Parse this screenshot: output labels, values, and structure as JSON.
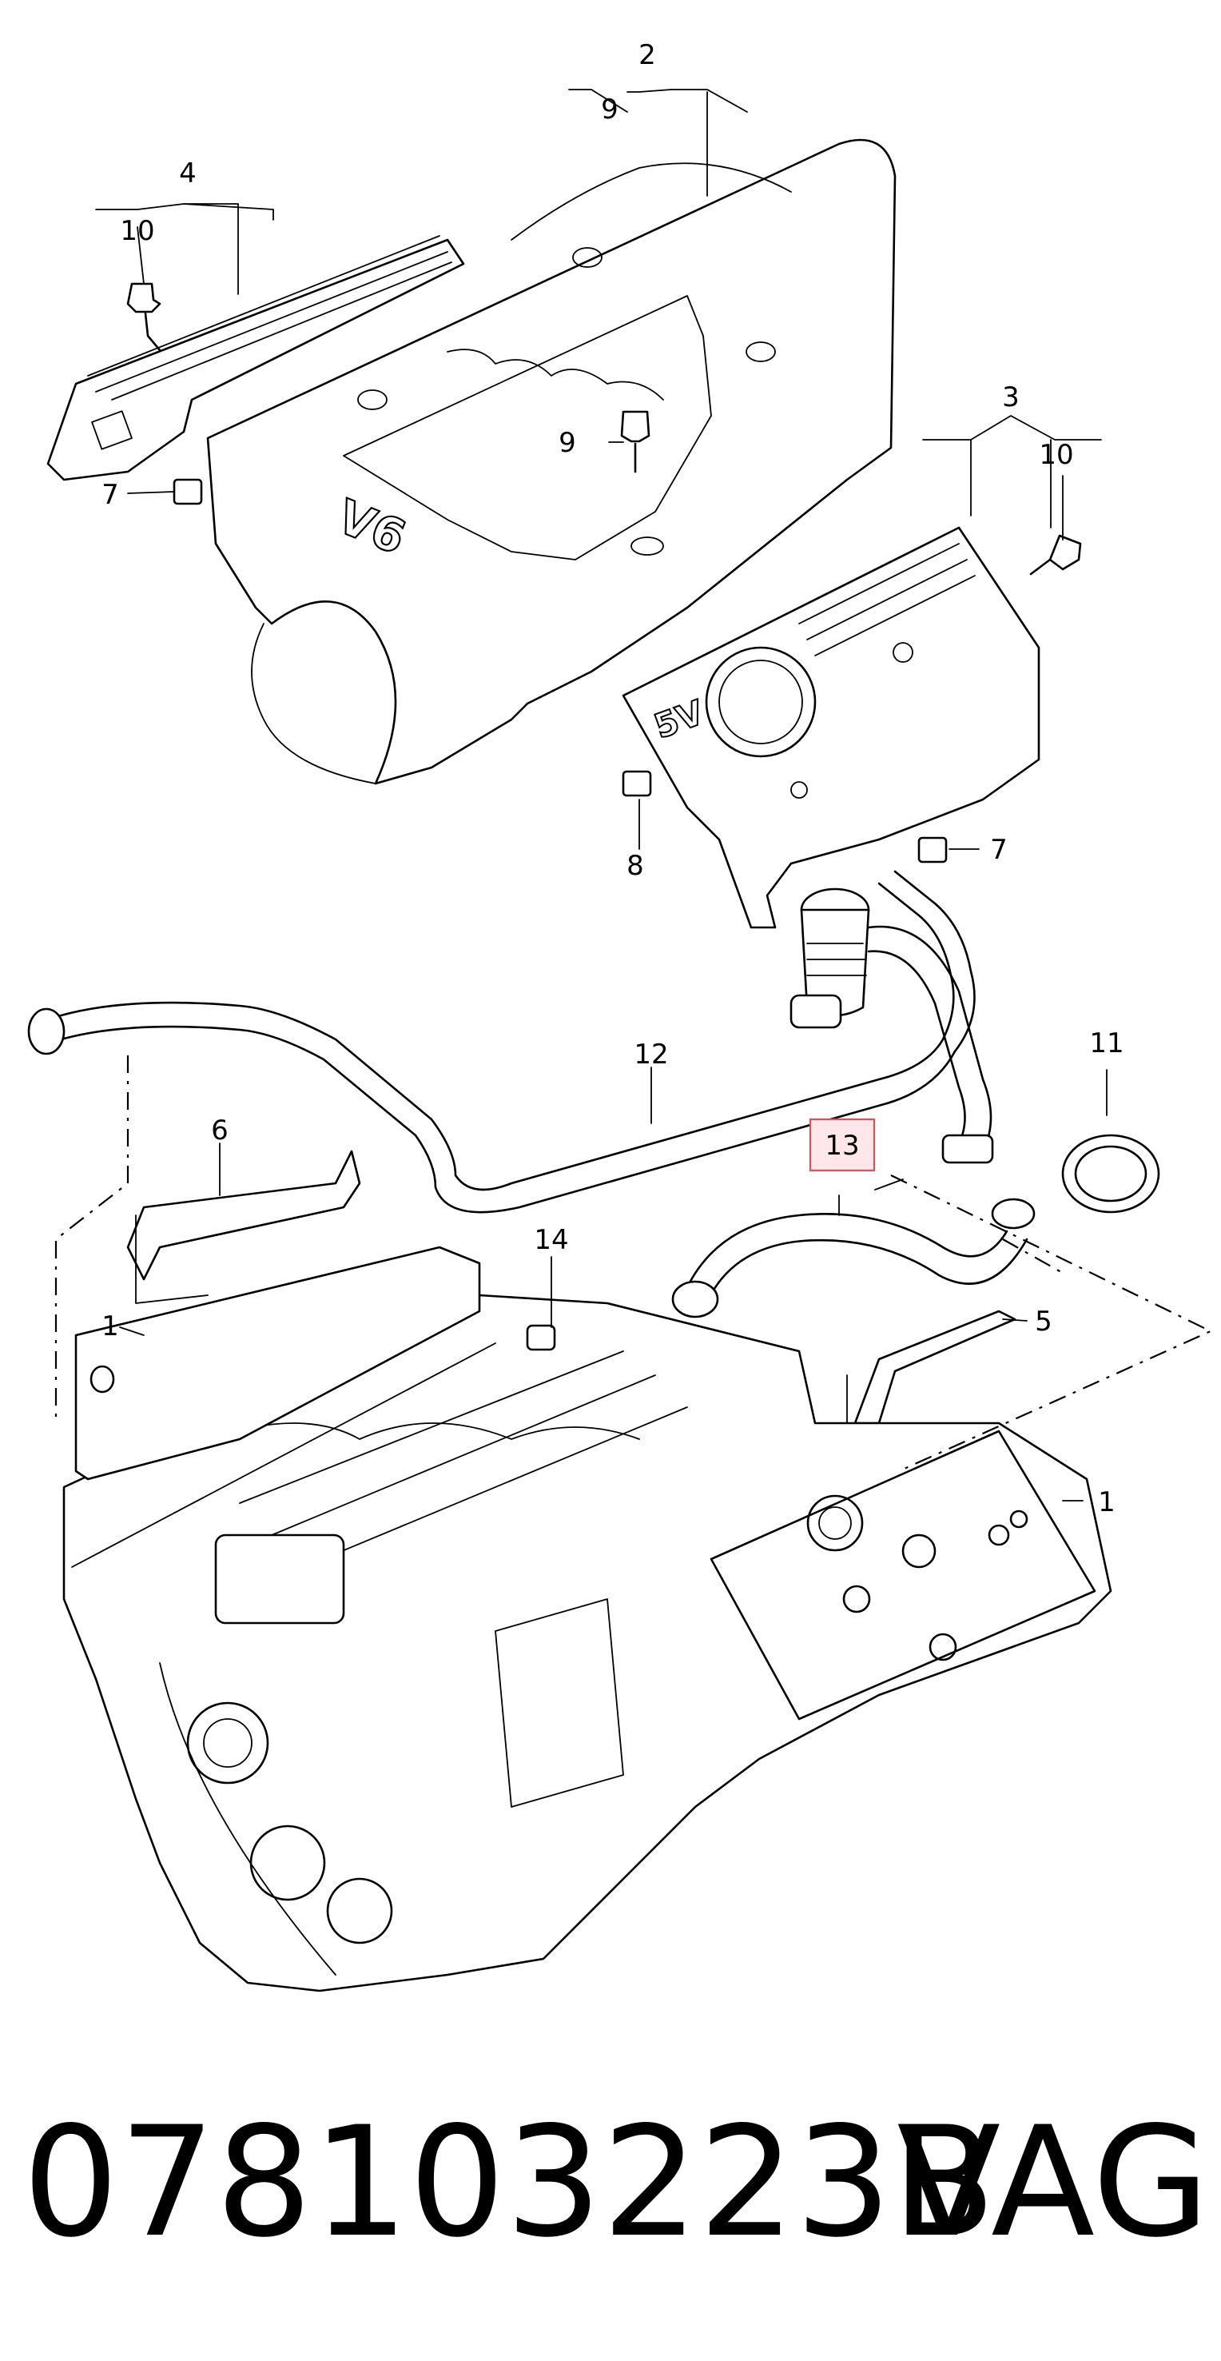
{
  "callouts": {
    "c2": "2",
    "c9a": "9",
    "c4": "4",
    "c10a": "10",
    "c7a": "7",
    "c9b": "9",
    "c3": "3",
    "c10b": "10",
    "c7b": "7",
    "c8": "8",
    "c12": "12",
    "c11": "11",
    "c6": "6",
    "c13": "13",
    "c14": "14",
    "c1a": "1",
    "c5": "5",
    "c1b": "1"
  },
  "engraved": {
    "v6": "V6",
    "fivev": "5V"
  },
  "highlight_color": "#e0505a",
  "footer": {
    "part_number": "078103223B",
    "brand": "VAG"
  }
}
